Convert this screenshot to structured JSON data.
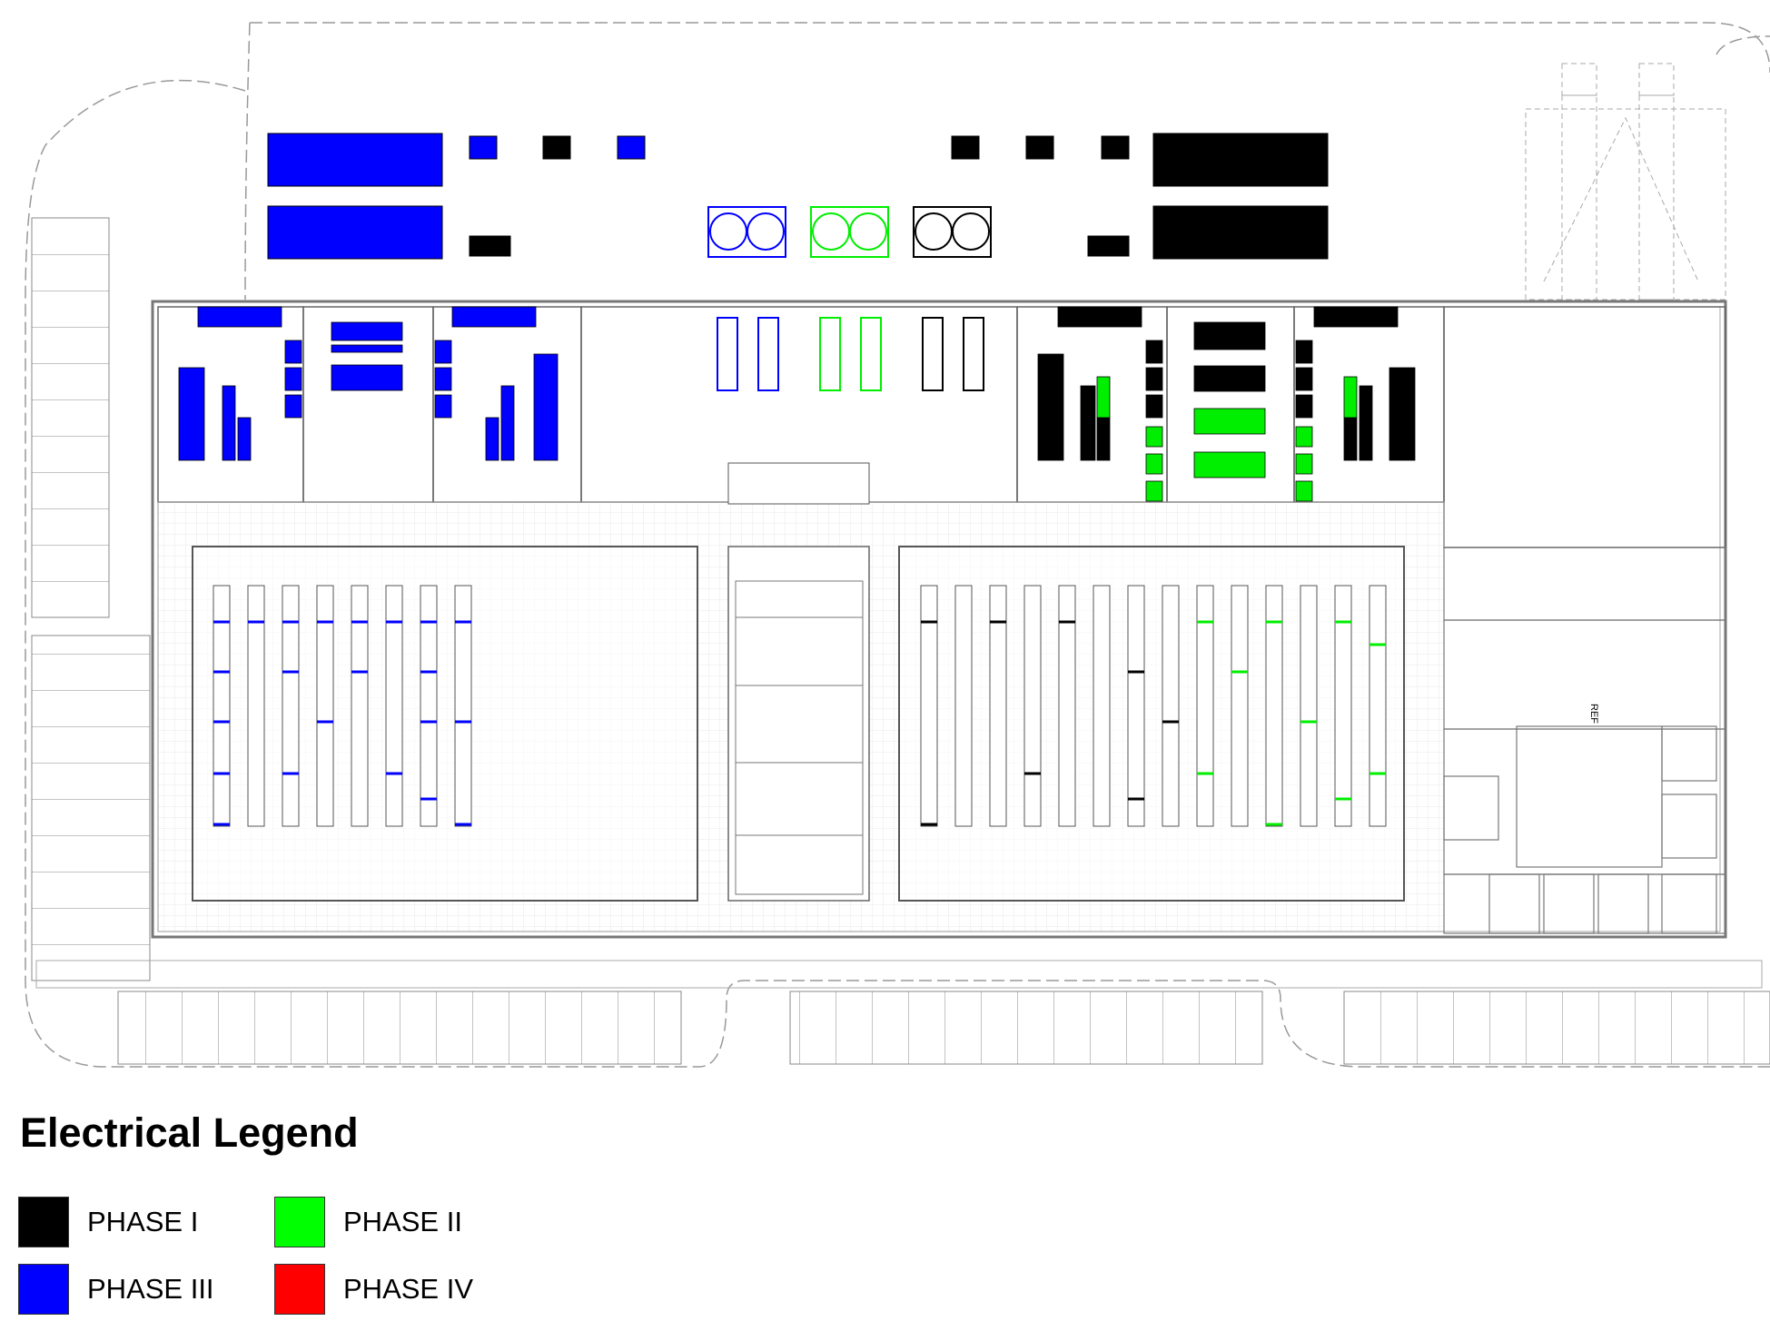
{
  "legend": {
    "title": "Electrical Legend",
    "items": [
      {
        "label": "PHASE I",
        "color": "#000000"
      },
      {
        "label": "PHASE II",
        "color": "#00ff00"
      },
      {
        "label": "PHASE III",
        "color": "#0000ff"
      },
      {
        "label": "PHASE IV",
        "color": "#ff0000"
      }
    ]
  },
  "plan": {
    "equipment_colors": {
      "phase_i": "#000000",
      "phase_ii": "#00ff00",
      "phase_iii": "#0000ff"
    },
    "annotation": "REF"
  }
}
